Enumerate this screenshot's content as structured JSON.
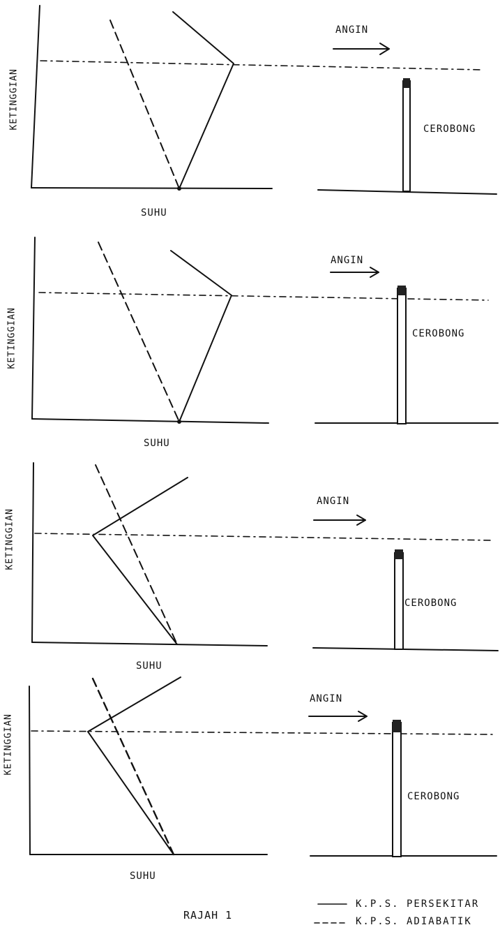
{
  "panels": [
    {
      "ylabel": "KETINGGIAN",
      "xlabel": "SUHU",
      "wind_label": "ANGIN",
      "stack_label": "CEROBONG"
    },
    {
      "ylabel": "KETINGGIAN",
      "xlabel": "SUHU",
      "wind_label": "ANGIN",
      "stack_label": "CEROBONG"
    },
    {
      "ylabel": "KETINGGIAN",
      "xlabel": "SUHU",
      "wind_label": "ANGIN",
      "stack_label": "CEROBONG"
    },
    {
      "ylabel": "KETINGGIAN",
      "xlabel": "SUHU",
      "wind_label": "ANGIN",
      "stack_label": "CEROBONG"
    }
  ],
  "caption": "RAJAH 1",
  "legend": {
    "ambient": "K.P.S. PERSEKITAR",
    "adiabatic": "K.P.S. ADIABATIK"
  }
}
